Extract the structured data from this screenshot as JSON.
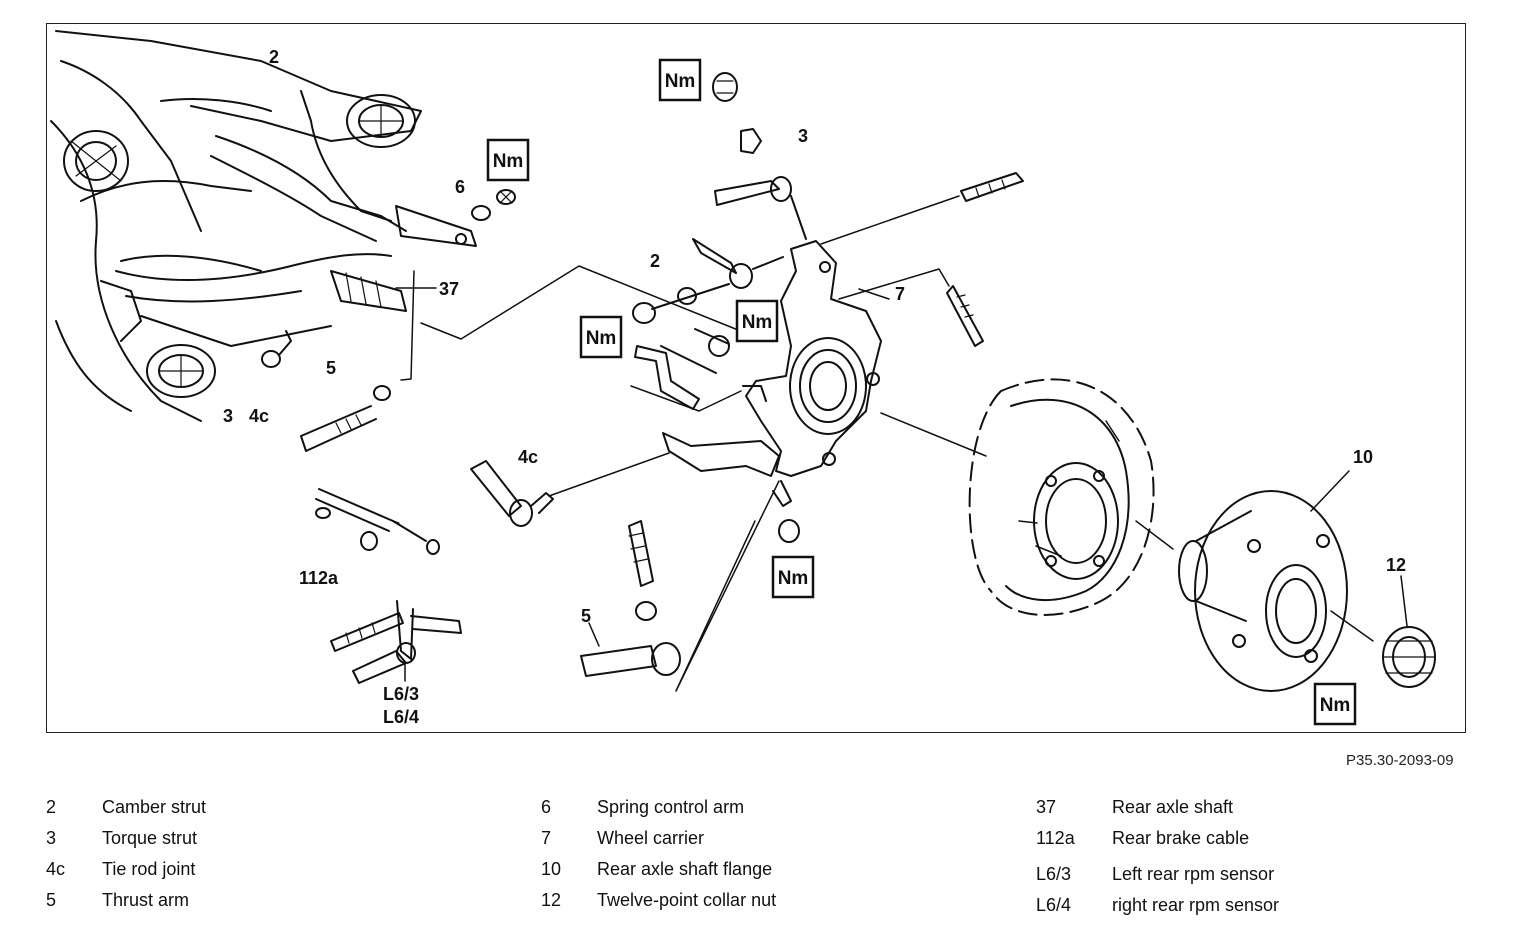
{
  "reference": "P35.30-2093-09",
  "nm_label": "Nm",
  "callouts": {
    "c2_top": "2",
    "c2_mid": "2",
    "c3_top": "3",
    "c3_left": "3",
    "c4c_left": "4c",
    "c4c_mid": "4c",
    "c5_left": "5",
    "c5_bottom": "5",
    "c6": "6",
    "c7": "7",
    "c10": "10",
    "c12": "12",
    "c37": "37",
    "c112a": "112a",
    "cL63": "L6/3",
    "cL64": "L6/4"
  },
  "legend": {
    "col1": [
      {
        "num": "2",
        "desc": "Camber strut"
      },
      {
        "num": "3",
        "desc": "Torque strut"
      },
      {
        "num": "4c",
        "desc": "Tie rod joint"
      },
      {
        "num": "5",
        "desc": "Thrust arm"
      }
    ],
    "col2": [
      {
        "num": "6",
        "desc": "Spring control arm"
      },
      {
        "num": "7",
        "desc": "Wheel carrier"
      },
      {
        "num": "10",
        "desc": "Rear axle shaft flange"
      },
      {
        "num": "12",
        "desc": "Twelve-point collar nut"
      }
    ],
    "col3": [
      {
        "num": "37",
        "desc": "Rear axle shaft"
      },
      {
        "num": "112a",
        "desc": "Rear brake cable"
      },
      {
        "num": "L6/3",
        "desc": "Left rear rpm sensor"
      },
      {
        "num": "L6/4",
        "desc": "right rear rpm sensor"
      }
    ]
  }
}
